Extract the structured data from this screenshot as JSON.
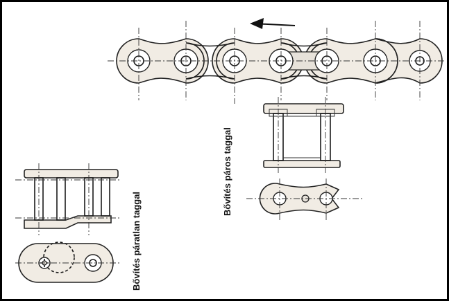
{
  "labels": {
    "even_extension": "Bővítés páros taggal",
    "odd_extension": "Bővítés páratlan taggal"
  },
  "arrow_direction": "left"
}
